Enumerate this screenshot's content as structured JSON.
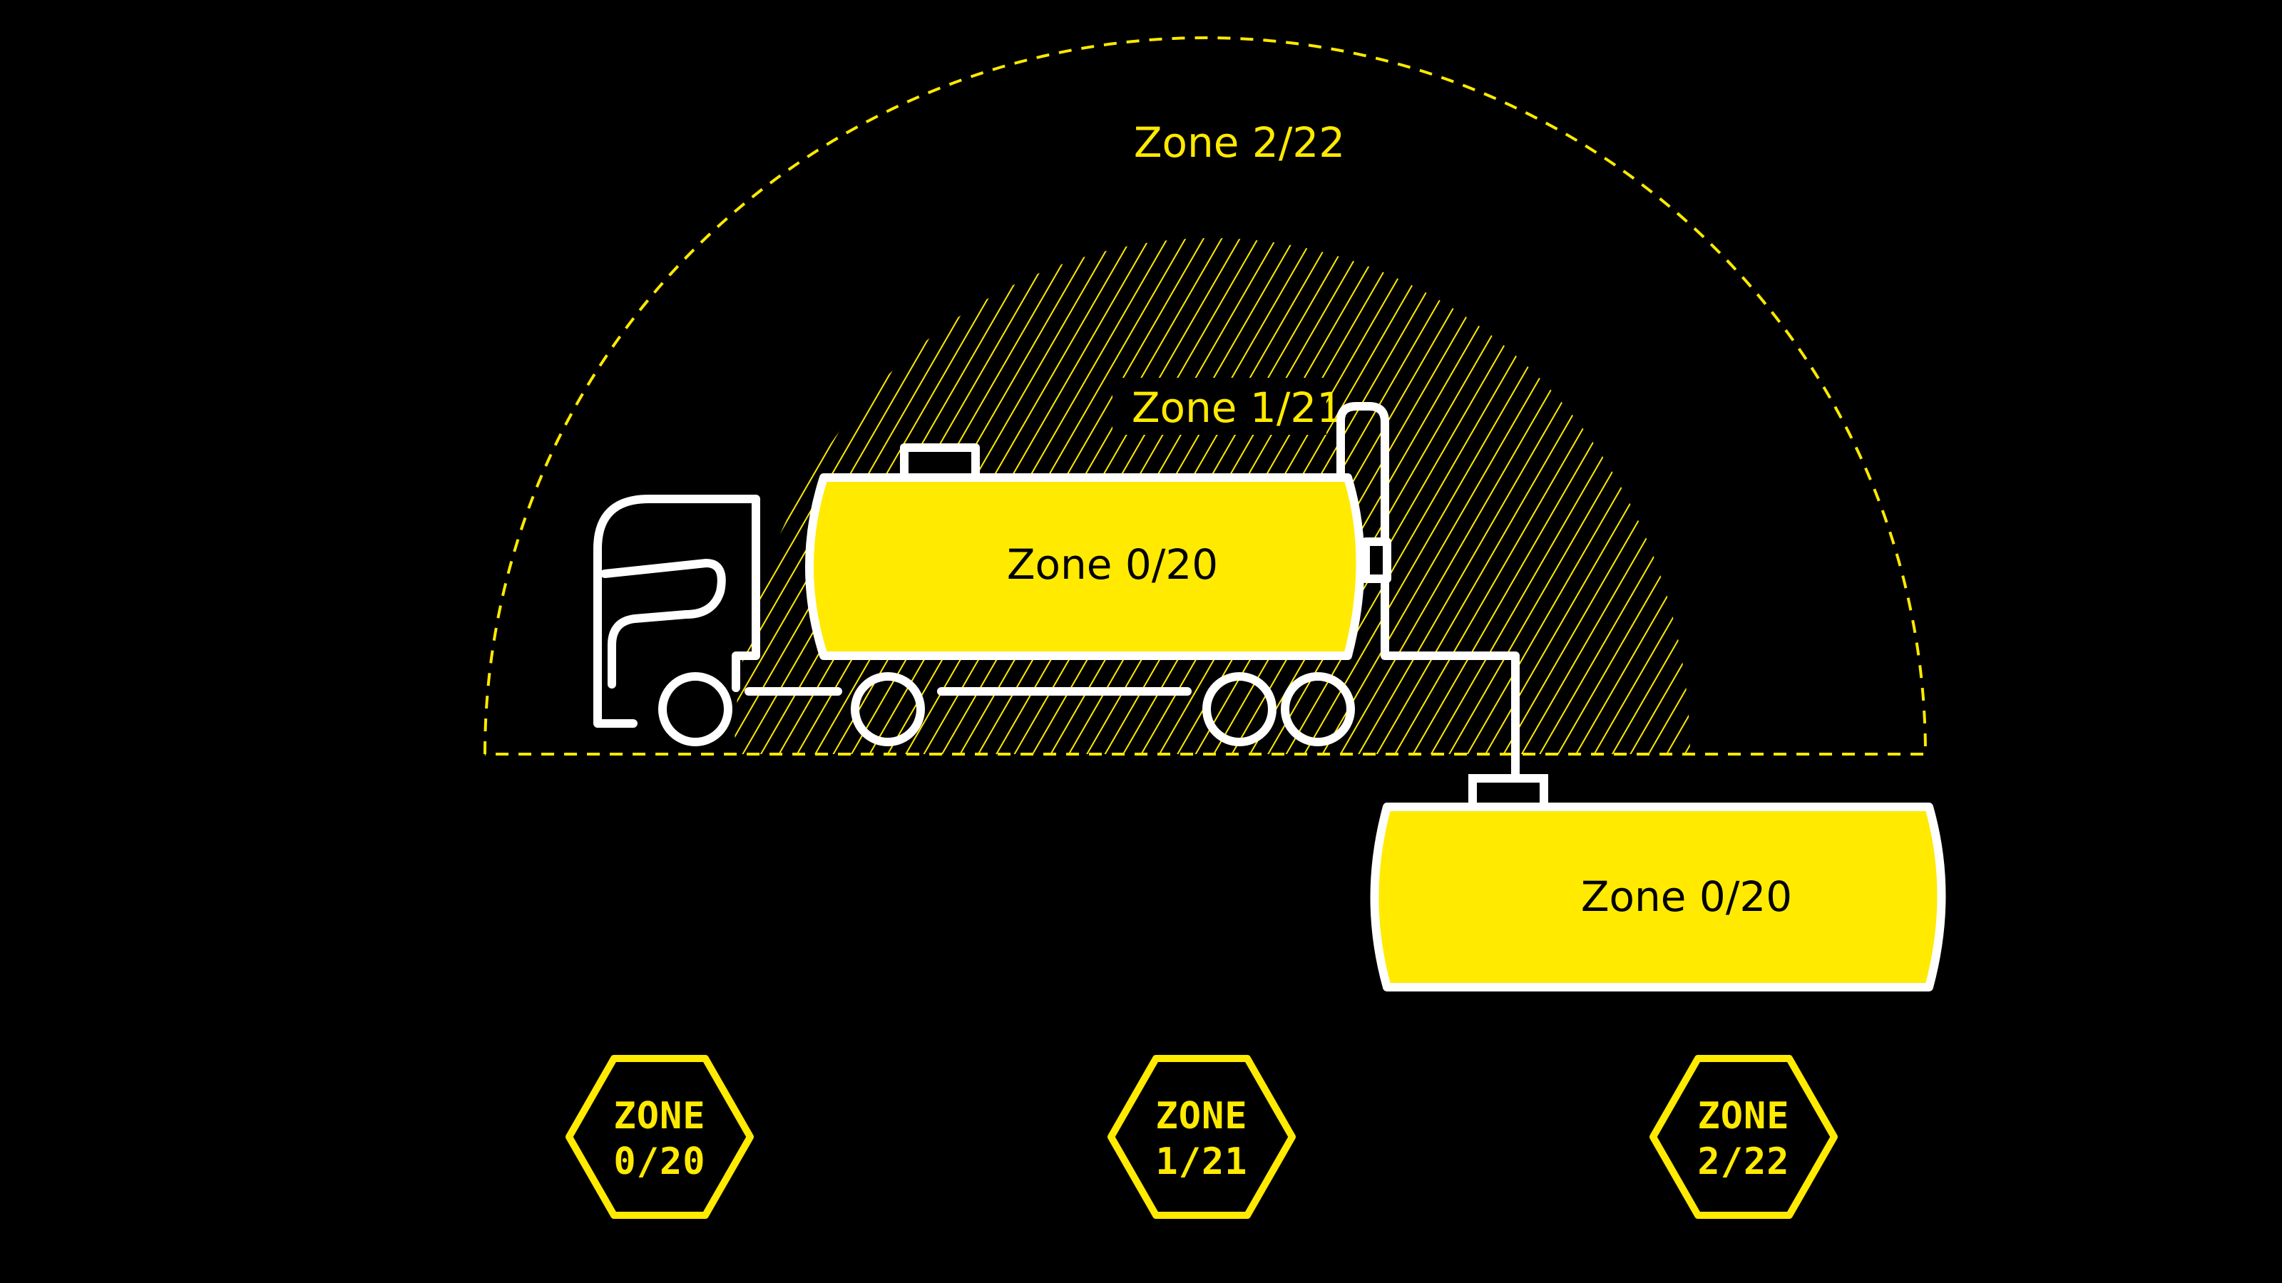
{
  "colors": {
    "background": "#000000",
    "accent": "#ffea00",
    "stroke": "#ffffff",
    "text_dark": "#000000"
  },
  "zones": {
    "outer_label": "Zone 2/22",
    "middle_label": "Zone 1/21",
    "truck_tank_label": "Zone 0/20",
    "ground_tank_label": "Zone 0/20"
  },
  "badges": [
    {
      "line1": "ZONE",
      "line2": "0/20"
    },
    {
      "line1": "ZONE",
      "line2": "1/21"
    },
    {
      "line1": "ZONE",
      "line2": "2/22"
    }
  ],
  "icons": [
    "tanker-truck-icon",
    "storage-tank-icon",
    "hexagon-badge-icon"
  ]
}
